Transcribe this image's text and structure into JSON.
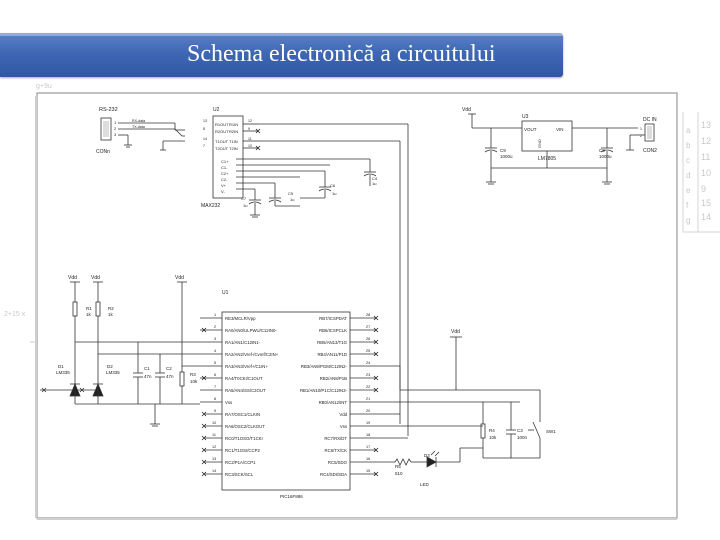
{
  "slide": {
    "title": "Schema electronică a circuitului"
  },
  "margin_notes": {
    "top_left": "g+9u",
    "left_mid": "2+15 x"
  },
  "margin_letters": [
    "a",
    "b",
    "c",
    "d",
    "e",
    "f",
    "g"
  ],
  "margin_numbers": [
    "13",
    "12",
    "11",
    "10",
    "9",
    "15",
    "14"
  ],
  "connectors": {
    "conn1": {
      "name": "RS-232",
      "ref": "CONn",
      "pins": [
        "1",
        "2",
        "3"
      ],
      "signals": [
        "RX-data",
        "TX-data"
      ]
    },
    "conn2": {
      "name": "DC IN",
      "ref": "CON2",
      "pins": [
        "1",
        "2"
      ]
    }
  },
  "u2": {
    "ref": "U2",
    "part": "MAX232",
    "left_pins": [
      "R1OUT",
      "R2OUT",
      "T1OUT",
      "T2OUT"
    ],
    "right_pins": [
      "R1IN",
      "R2IN",
      "T1IN",
      "T2IN"
    ],
    "right_nums": [
      "12",
      "9",
      "11",
      "10"
    ],
    "left_nums": [
      "13",
      "8",
      "14",
      "7"
    ],
    "cap_pins": [
      "C1+",
      "C1-",
      "C2+",
      "C2-",
      "V+",
      "V-"
    ]
  },
  "u3": {
    "ref": "U3",
    "part": "LM7805",
    "vout": "VOUT",
    "vin": "VIN",
    "gnd": "GND"
  },
  "u1": {
    "ref": "U1",
    "part": "PIC16F886",
    "left_pins": [
      "RE3/MCLR/Vpp",
      "RA0/AN0/ULPWU/C12IN0-",
      "RA1/AN1/C12IN1-",
      "RA2/AN2/Vref-/Cvref/C2IN+",
      "RA3/AN3/Vref+/C1IN+",
      "RA4/T0CKI/C1OUT",
      "RA5/AN4/SS/C2OUT",
      "Vss",
      "RA7/OSC1/CLKIN",
      "RA6/OSC2/CLKOUT",
      "RC0/T1OSO/T1CKI",
      "RC1/T1OSI/CCP2",
      "RC2/P1A/CCP1",
      "RC3/SCK/SCL"
    ],
    "left_nums": [
      "1",
      "2",
      "3",
      "4",
      "5",
      "6",
      "7",
      "8",
      "9",
      "10",
      "11",
      "12",
      "13",
      "14"
    ],
    "right_pins": [
      "RB7/ICSPDAT",
      "RB6/ICSPCLK",
      "RB5/AN13/T1G",
      "RB4/AN11/P1D",
      "RB3/AN9/PGM/C12IN2-",
      "RB2/AN8/P1B",
      "RB1/AN10/P1C/C12IN3-",
      "RB0/AN12/INT",
      "Vdd",
      "Vss",
      "RC7/RX/DT",
      "RC6/TX/CK",
      "RC5/SDO",
      "RC4/SDI/SDA"
    ],
    "right_nums": [
      "28",
      "27",
      "26",
      "25",
      "24",
      "23",
      "22",
      "21",
      "20",
      "19",
      "18",
      "17",
      "16",
      "15"
    ]
  },
  "components": {
    "c9": {
      "ref": "C9",
      "value": "1000u"
    },
    "c8": {
      "ref": "C8",
      "value": "1000u"
    },
    "c4": {
      "ref": "C4",
      "value": "1u"
    },
    "c5": {
      "ref": "C5",
      "value": "1u"
    },
    "c6": {
      "ref": "C6",
      "value": "1u"
    },
    "c7": {
      "ref": "C7",
      "value": "1u"
    },
    "c1": {
      "ref": "C1",
      "value": "47n"
    },
    "c2": {
      "ref": "C2",
      "value": "47n"
    },
    "c3": {
      "ref": "C3",
      "value": "100n"
    },
    "r1": {
      "ref": "R1",
      "value": "1k"
    },
    "r2": {
      "ref": "R2",
      "value": "1k"
    },
    "r3": {
      "ref": "R3",
      "value": "10k"
    },
    "r4": {
      "ref": "R4",
      "value": "10k"
    },
    "r5": {
      "ref": "R5",
      "value": "510"
    },
    "d1": {
      "ref": "D1",
      "part": "LM335"
    },
    "d2": {
      "ref": "D2",
      "part": "LM335"
    },
    "d3": {
      "ref": "D3",
      "part": "LED"
    },
    "sw1": {
      "ref": "SW1"
    }
  },
  "power": {
    "vdd": "Vdd"
  }
}
